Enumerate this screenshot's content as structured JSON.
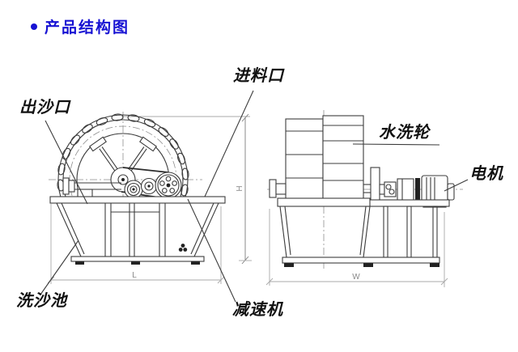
{
  "title": {
    "bullet": "•",
    "text": "产品结构图",
    "color": "#1712d3"
  },
  "diagram": {
    "labels": {
      "sand_outlet": "出沙口",
      "feed_inlet": "进料口",
      "washing_wheel": "水洗轮",
      "motor": "电机",
      "washing_tank": "洗沙池",
      "reducer": "减速机"
    },
    "dimension_marks": {
      "height": "H",
      "length": "L",
      "width": "W"
    },
    "colors": {
      "line": "#3c3c3c",
      "dim_line": "#9a9a9a",
      "label_text": "#111111",
      "background": "#ffffff"
    }
  }
}
